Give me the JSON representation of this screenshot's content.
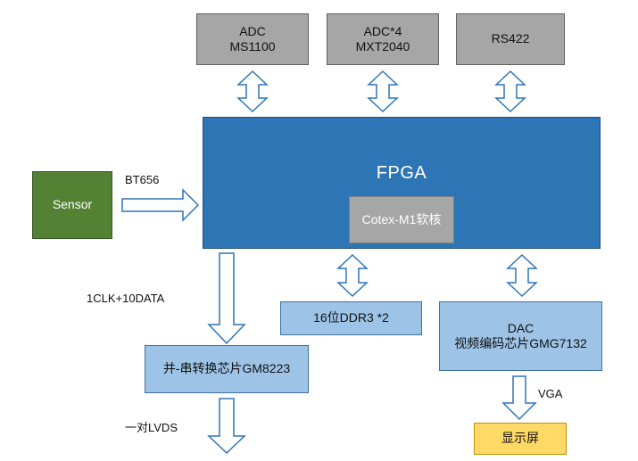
{
  "top_chips": [
    {
      "line1": "ADC",
      "line2": "MS1100"
    },
    {
      "line1": "ADC*4",
      "line2": "MXT2040"
    },
    {
      "line1": "RS422"
    }
  ],
  "fpga": {
    "title": "FPGA",
    "core": "Cotex-M1软核"
  },
  "sensor": "Sensor",
  "ddr": "16位DDR3 *2",
  "dac": {
    "line1": "DAC",
    "line2": "视频编码芯片GMG7132"
  },
  "serializer": "并-串转换芯片GM8223",
  "display": "显示屏",
  "edge_labels": {
    "bt656": "BT656",
    "clk_data": "1CLK+10DATA",
    "lvds": "一对LVDS",
    "vga": "VGA"
  },
  "colors": {
    "fpga": "#2e75b6",
    "gray_box": "#a6a6a6",
    "light_blue_box": "#9dc3e6",
    "sensor": "#548235",
    "display": "#ffd966",
    "arrow_fill": "#ffffff",
    "arrow_stroke": "#2e75b6"
  }
}
